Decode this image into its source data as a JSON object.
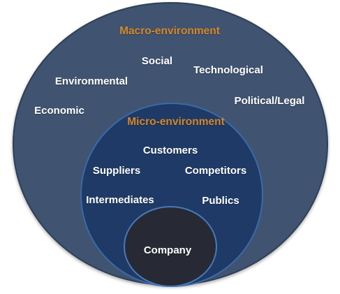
{
  "colors": {
    "macro_fill": "#3f5270",
    "macro_stroke": "#2e3f58",
    "micro_fill": "#1f3a66",
    "micro_stroke": "#3a6aa8",
    "company_fill": "#272a34",
    "company_stroke": "#4a78b8",
    "title_text": "#d2872b",
    "label_text": "#ffffff"
  },
  "macro": {
    "title": "Macro-environment",
    "forces": {
      "social": "Social",
      "technological": "Technological",
      "environmental": "Environmental",
      "economic": "Economic",
      "political_legal": "Political/Legal"
    }
  },
  "micro": {
    "title": "Micro-environment",
    "actors": {
      "customers": "Customers",
      "suppliers": "Suppliers",
      "competitors": "Competitors",
      "intermediates": "Intermediates",
      "publics": "Publics"
    }
  },
  "company": {
    "label": "Company"
  }
}
